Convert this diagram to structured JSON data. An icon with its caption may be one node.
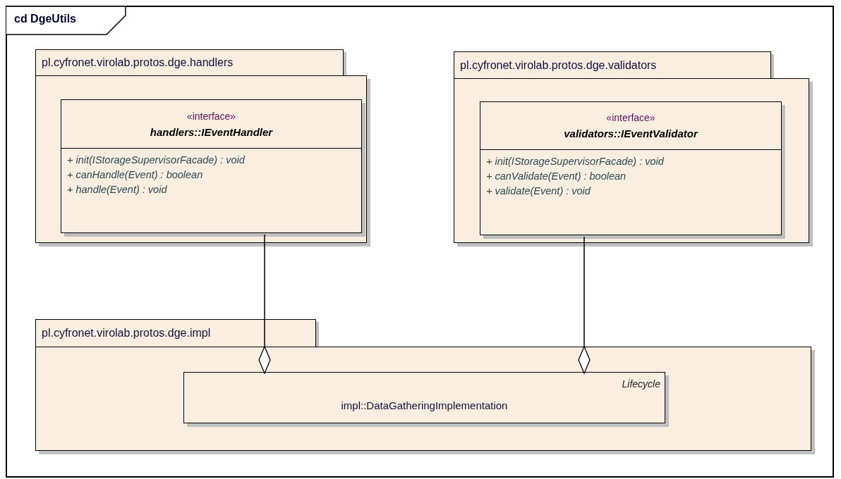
{
  "diagram": {
    "nodes": [
      {
        "text": [
          "cd DgeUtils"
        ]
      },
      {
        "text": [
          "pl.cyfronet.virolab.protos.dge.handlers"
        ],
        "in": 0
      },
      {
        "text": [
          "«interface»",
          "handlers::IEventHandler",
          "+ init(IStorageSupervisorFacade) : void",
          "+ canHandle(Event) : boolean",
          "+ handle(Event) : void"
        ],
        "in": 1
      },
      {
        "text": [
          "pl.cyfronet.virolab.protos.dge.validators"
        ],
        "in": 0
      },
      {
        "text": [
          "«interface»",
          "validators::IEventValidator",
          "+ init(IStorageSupervisorFacade) : void",
          "+ canValidate(Event) : boolean",
          "+ validate(Event) : void"
        ],
        "in": 3
      },
      {
        "text": [
          "pl.cyfronet.virolab.protos.dge.impl"
        ],
        "in": 0
      },
      {
        "text": [
          "Lifecycle",
          "impl::DataGatheringImplementation"
        ],
        "in": 5
      }
    ],
    "edges": [
      {
        "from": 2,
        "to": 6,
        "arrow": "other"
      },
      {
        "from": 4,
        "to": 6,
        "arrow": "other"
      }
    ]
  }
}
